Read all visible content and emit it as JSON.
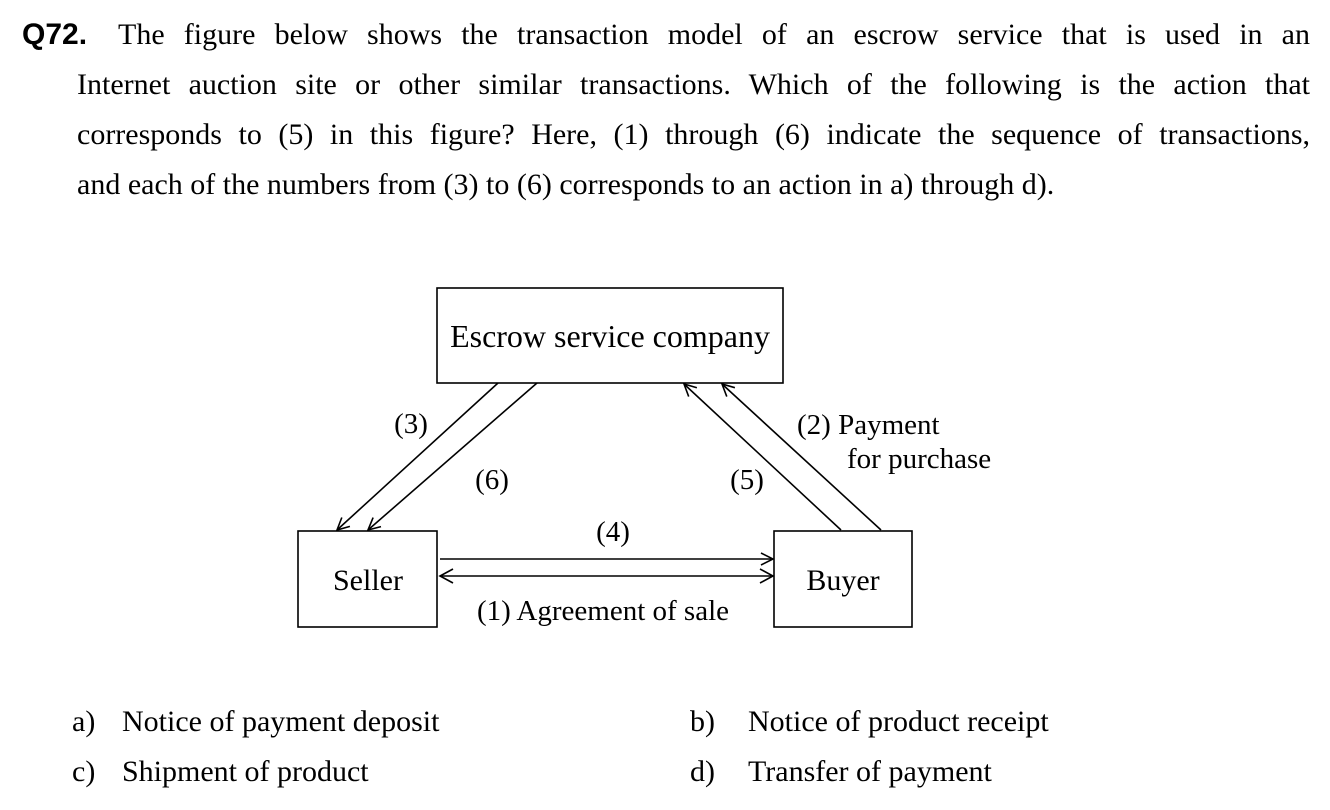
{
  "question": {
    "number": "Q72.",
    "lines": [
      "The figure below shows the transaction model of an escrow service that is used in an",
      "Internet auction site or other similar transactions. Which of the following is the action that",
      "corresponds to (5) in this figure? Here, (1) through (6) indicate the sequence of transactions,",
      "and each of the numbers from (3) to (6) corresponds to an action in a) through d)."
    ]
  },
  "diagram": {
    "escrow_box": "Escrow service company",
    "seller_box": "Seller",
    "buyer_box": "Buyer",
    "label_3": "(3)",
    "label_6": "(6)",
    "label_5": "(5)",
    "label_4": "(4)",
    "label_2_line1": "(2) Payment",
    "label_2_line2": "for purchase",
    "label_1": "(1) Agreement of sale"
  },
  "options": [
    {
      "label": "a)",
      "text": "Notice of payment deposit"
    },
    {
      "label": "b)",
      "text": "Notice of product receipt"
    },
    {
      "label": "c)",
      "text": "Shipment of product"
    },
    {
      "label": "d)",
      "text": "Transfer of payment"
    }
  ]
}
